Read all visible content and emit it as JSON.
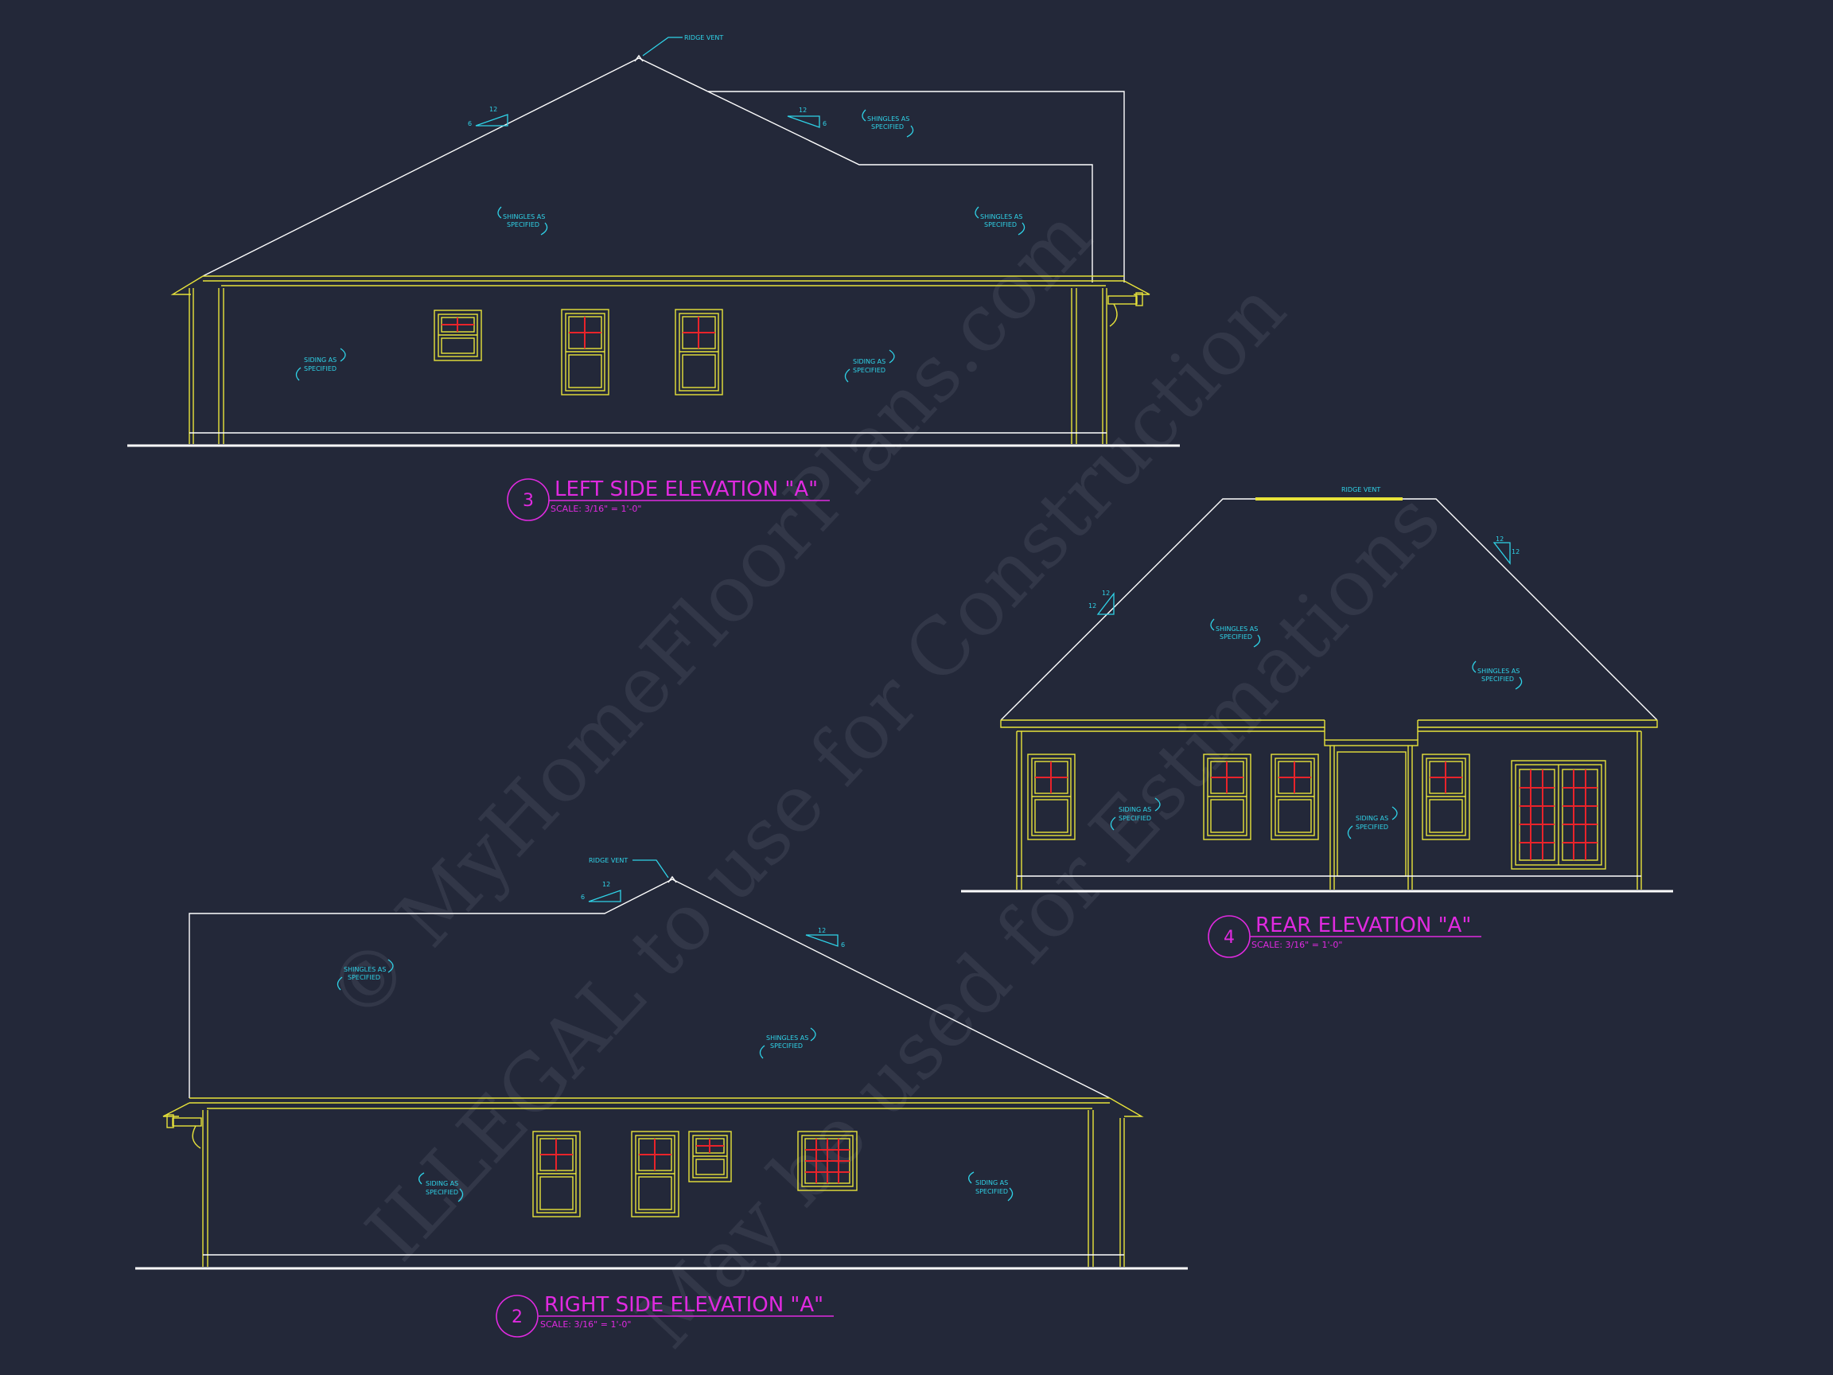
{
  "colors": {
    "background": "#232839",
    "line": "#ffffff",
    "window": "#e8e33a",
    "muntin": "#e8232a",
    "annotation": "#2fd3e8",
    "title": "#e02ae0"
  },
  "watermark": {
    "line1": "© MyHomeFloorPlans.com",
    "line2": "ILLEGAL to use for Construction",
    "line3": "May be used for Estimations"
  },
  "left_elevation": {
    "number": "3",
    "title": "LEFT SIDE ELEVATION \"A\"",
    "scale": "SCALE: 3/16\" = 1'-0\"",
    "ridge_vent": "RIDGE VENT",
    "pitch_left": {
      "rise": "6",
      "run": "12"
    },
    "pitch_right": {
      "rise": "6",
      "run": "12"
    },
    "shingles_1": [
      "SHINGLES AS",
      "SPECIFIED"
    ],
    "shingles_2": [
      "SHINGLES AS",
      "SPECIFIED"
    ],
    "shingles_3": [
      "SHINGLES AS",
      "SPECIFIED"
    ],
    "siding_1": [
      "SIDING AS",
      "SPECIFIED"
    ],
    "siding_2": [
      "SIDING AS",
      "SPECIFIED"
    ]
  },
  "rear_elevation": {
    "number": "4",
    "title": "REAR ELEVATION \"A\"",
    "scale": "SCALE: 3/16\" = 1'-0\"",
    "ridge_vent": "RIDGE VENT",
    "pitch_left": {
      "rise": "12",
      "run": "12"
    },
    "pitch_right": {
      "rise": "12",
      "run": "12"
    },
    "shingles_1": [
      "SHINGLES AS",
      "SPECIFIED"
    ],
    "shingles_2": [
      "SHINGLES AS",
      "SPECIFIED"
    ],
    "siding_1": [
      "SIDING AS",
      "SPECIFIED"
    ],
    "siding_2": [
      "SIDING AS",
      "SPECIFIED"
    ]
  },
  "right_elevation": {
    "number": "2",
    "title": "RIGHT SIDE ELEVATION \"A\"",
    "scale": "SCALE: 3/16\" = 1'-0\"",
    "ridge_vent": "RIDGE VENT",
    "pitch_left": {
      "rise": "6",
      "run": "12"
    },
    "pitch_right": {
      "rise": "6",
      "run": "12"
    },
    "shingles_1": [
      "SHINGLES AS",
      "SPECIFIED"
    ],
    "shingles_2": [
      "SHINGLES AS",
      "SPECIFIED"
    ],
    "siding_1": [
      "SIDING AS",
      "SPECIFIED"
    ],
    "siding_2": [
      "SIDING AS",
      "SPECIFIED"
    ]
  }
}
